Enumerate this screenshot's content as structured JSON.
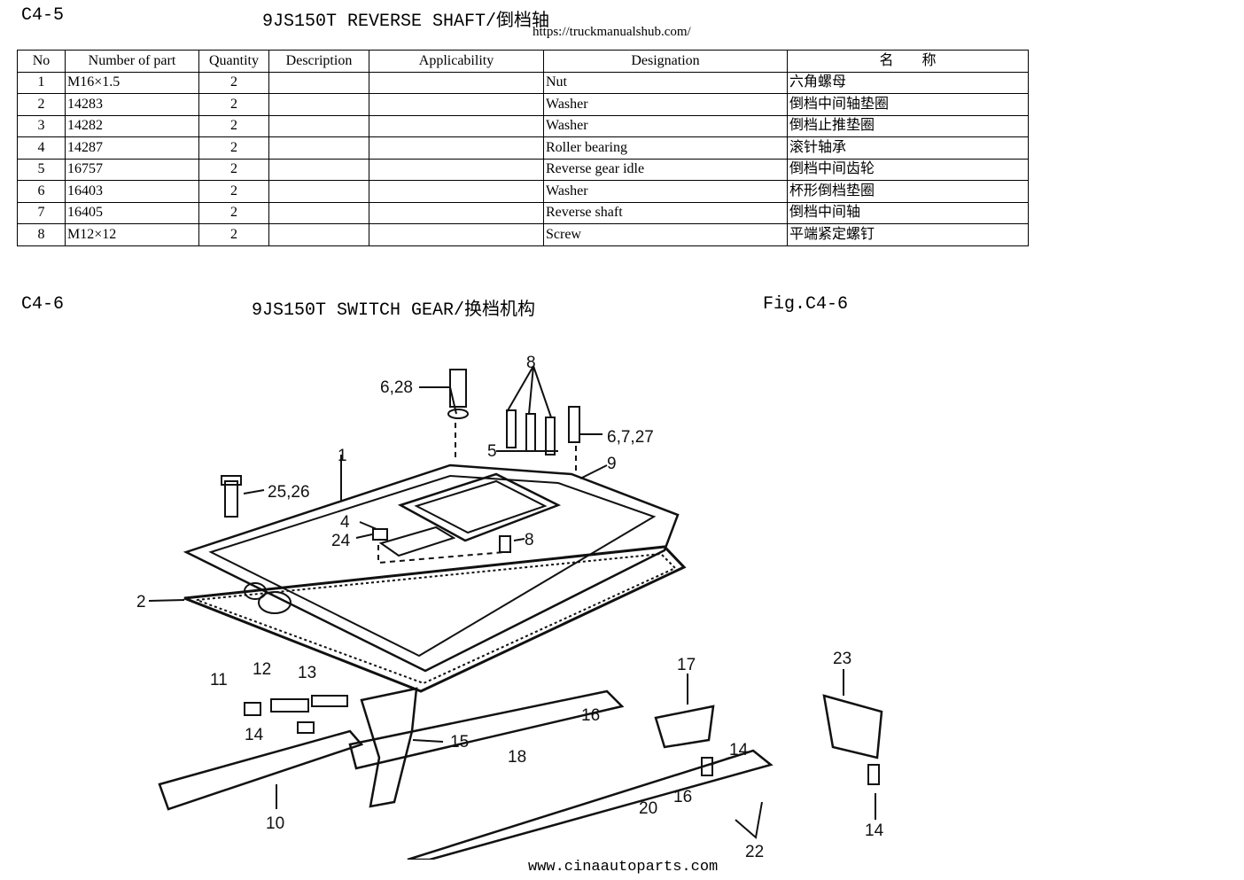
{
  "section1": {
    "code": "C4-5",
    "title": "9JS150T REVERSE SHAFT/倒档轴",
    "site_url": "https://truckmanualshub.com/"
  },
  "table": {
    "headers": [
      "No",
      "Number of part",
      "Quantity",
      "Description",
      "Applicability",
      "Designation",
      "名　　称"
    ],
    "rows": [
      {
        "no": "1",
        "part": "M16×1.5",
        "qty": "2",
        "desc": "",
        "appl": "",
        "designation": "Nut",
        "name_cn": "六角螺母"
      },
      {
        "no": "2",
        "part": "14283",
        "qty": "2",
        "desc": "",
        "appl": "",
        "designation": "Washer",
        "name_cn": "倒档中间轴垫圈"
      },
      {
        "no": "3",
        "part": "14282",
        "qty": "2",
        "desc": "",
        "appl": "",
        "designation": "Washer",
        "name_cn": "倒档止推垫圈"
      },
      {
        "no": "4",
        "part": "14287",
        "qty": "2",
        "desc": "",
        "appl": "",
        "designation": "Roller bearing",
        "name_cn": "滚针轴承"
      },
      {
        "no": "5",
        "part": "16757",
        "qty": "2",
        "desc": "",
        "appl": "",
        "designation": "Reverse gear idle",
        "name_cn": "倒档中间齿轮"
      },
      {
        "no": "6",
        "part": "16403",
        "qty": "2",
        "desc": "",
        "appl": "",
        "designation": "Washer",
        "name_cn": "杯形倒档垫圈"
      },
      {
        "no": "7",
        "part": "16405",
        "qty": "2",
        "desc": "",
        "appl": "",
        "designation": "Reverse shaft",
        "name_cn": "倒档中间轴"
      },
      {
        "no": "8",
        "part": "M12×12",
        "qty": "2",
        "desc": "",
        "appl": "",
        "designation": "Screw",
        "name_cn": "平端紧定螺钉"
      }
    ]
  },
  "section2": {
    "code": "C4-6",
    "title": "9JS150T SWITCH GEAR/换档机构",
    "fig_label": "Fig.C4-6"
  },
  "diagram": {
    "callouts": {
      "c8_top": "8",
      "c6_28": "6,28",
      "c6_7_27": "6,7,27",
      "c5": "5",
      "c9": "9",
      "c1": "1",
      "c25_26": "25,26",
      "c4": "4",
      "c24": "24",
      "c8_mid": "8",
      "c2": "2",
      "c11": "11",
      "c12": "12",
      "c13": "13",
      "c14_left": "14",
      "c15": "15",
      "c10": "10",
      "c16_top": "16",
      "c18": "18",
      "c17": "17",
      "c14_mid": "14",
      "c20": "20",
      "c16_bot": "16",
      "c23": "23",
      "c14_right": "14",
      "c22": "22"
    }
  },
  "footer": {
    "url": "www.cinaautoparts.com"
  }
}
